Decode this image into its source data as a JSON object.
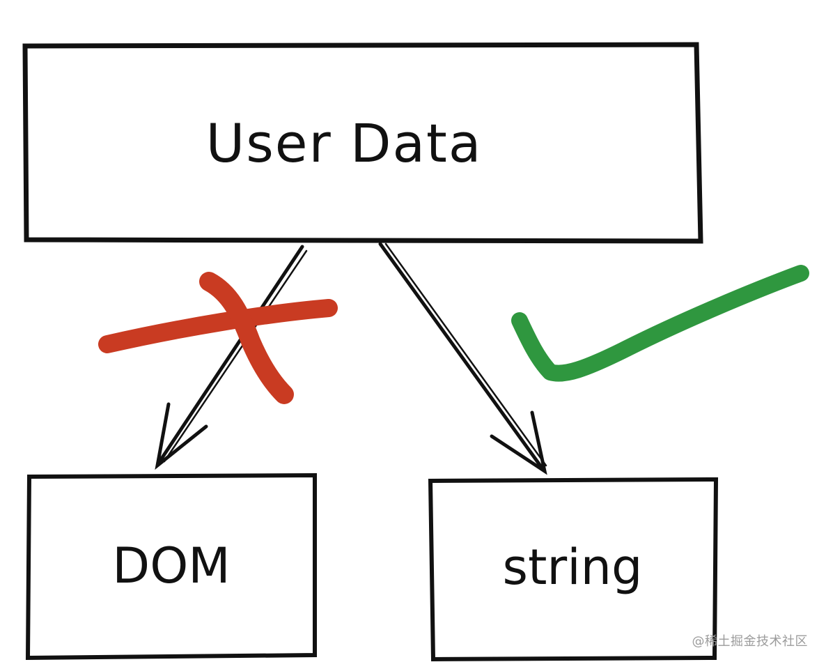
{
  "diagram": {
    "nodes": [
      {
        "id": "user-data",
        "label": "User Data"
      },
      {
        "id": "dom",
        "label": "DOM"
      },
      {
        "id": "string",
        "label": "string"
      }
    ],
    "edges": [
      {
        "from": "user-data",
        "to": "dom",
        "status": "rejected",
        "mark": "cross-mark",
        "mark_color": "#c93b22"
      },
      {
        "from": "user-data",
        "to": "string",
        "status": "accepted",
        "mark": "check-mark",
        "mark_color": "#2f973f"
      }
    ],
    "stroke_color": "#111111"
  },
  "watermark": "@稀土掘金技术社区"
}
